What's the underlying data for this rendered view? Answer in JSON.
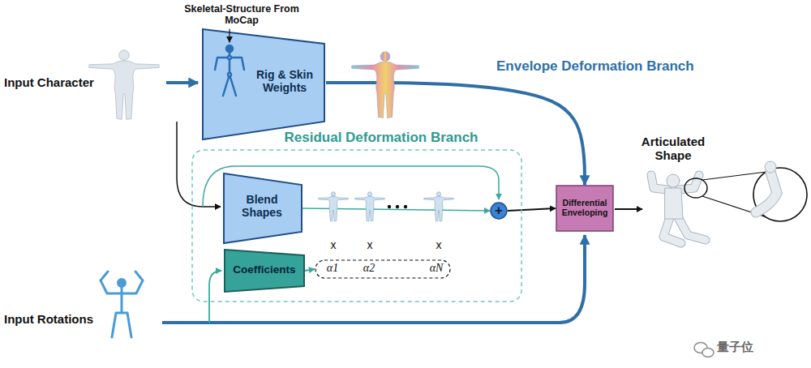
{
  "diagram": {
    "nodes": [
      {
        "text": [
          "Skeletal-Structure From MoCap",
          "Rig & Skin Weights"
        ]
      },
      {
        "text": [
          "Residual Deformation Branch"
        ]
      },
      {
        "text": [
          "Blend Shapes"
        ],
        "in": 1
      },
      {
        "text": [
          "Coefficients"
        ],
        "in": 1
      },
      {
        "text": [
          "α1",
          "α2",
          "αN"
        ],
        "in": 1
      },
      {
        "text": [
          "+"
        ],
        "in": 1
      },
      {
        "text": [
          "Differential Enveloping"
        ]
      }
    ],
    "edges": [
      {
        "from": 0,
        "to": 6,
        "arrow": "to",
        "label": "Envelope Deformation Branch"
      },
      {
        "from": 2,
        "to": 5,
        "arrow": "to"
      },
      {
        "from": 3,
        "to": 4,
        "arrow": "to"
      },
      {
        "from": 5,
        "to": 6,
        "arrow": "to"
      }
    ],
    "labels": [
      "Input Character",
      "Input Rotations",
      "x",
      "x",
      "x",
      "Articulated Shape",
      "量子位"
    ]
  }
}
